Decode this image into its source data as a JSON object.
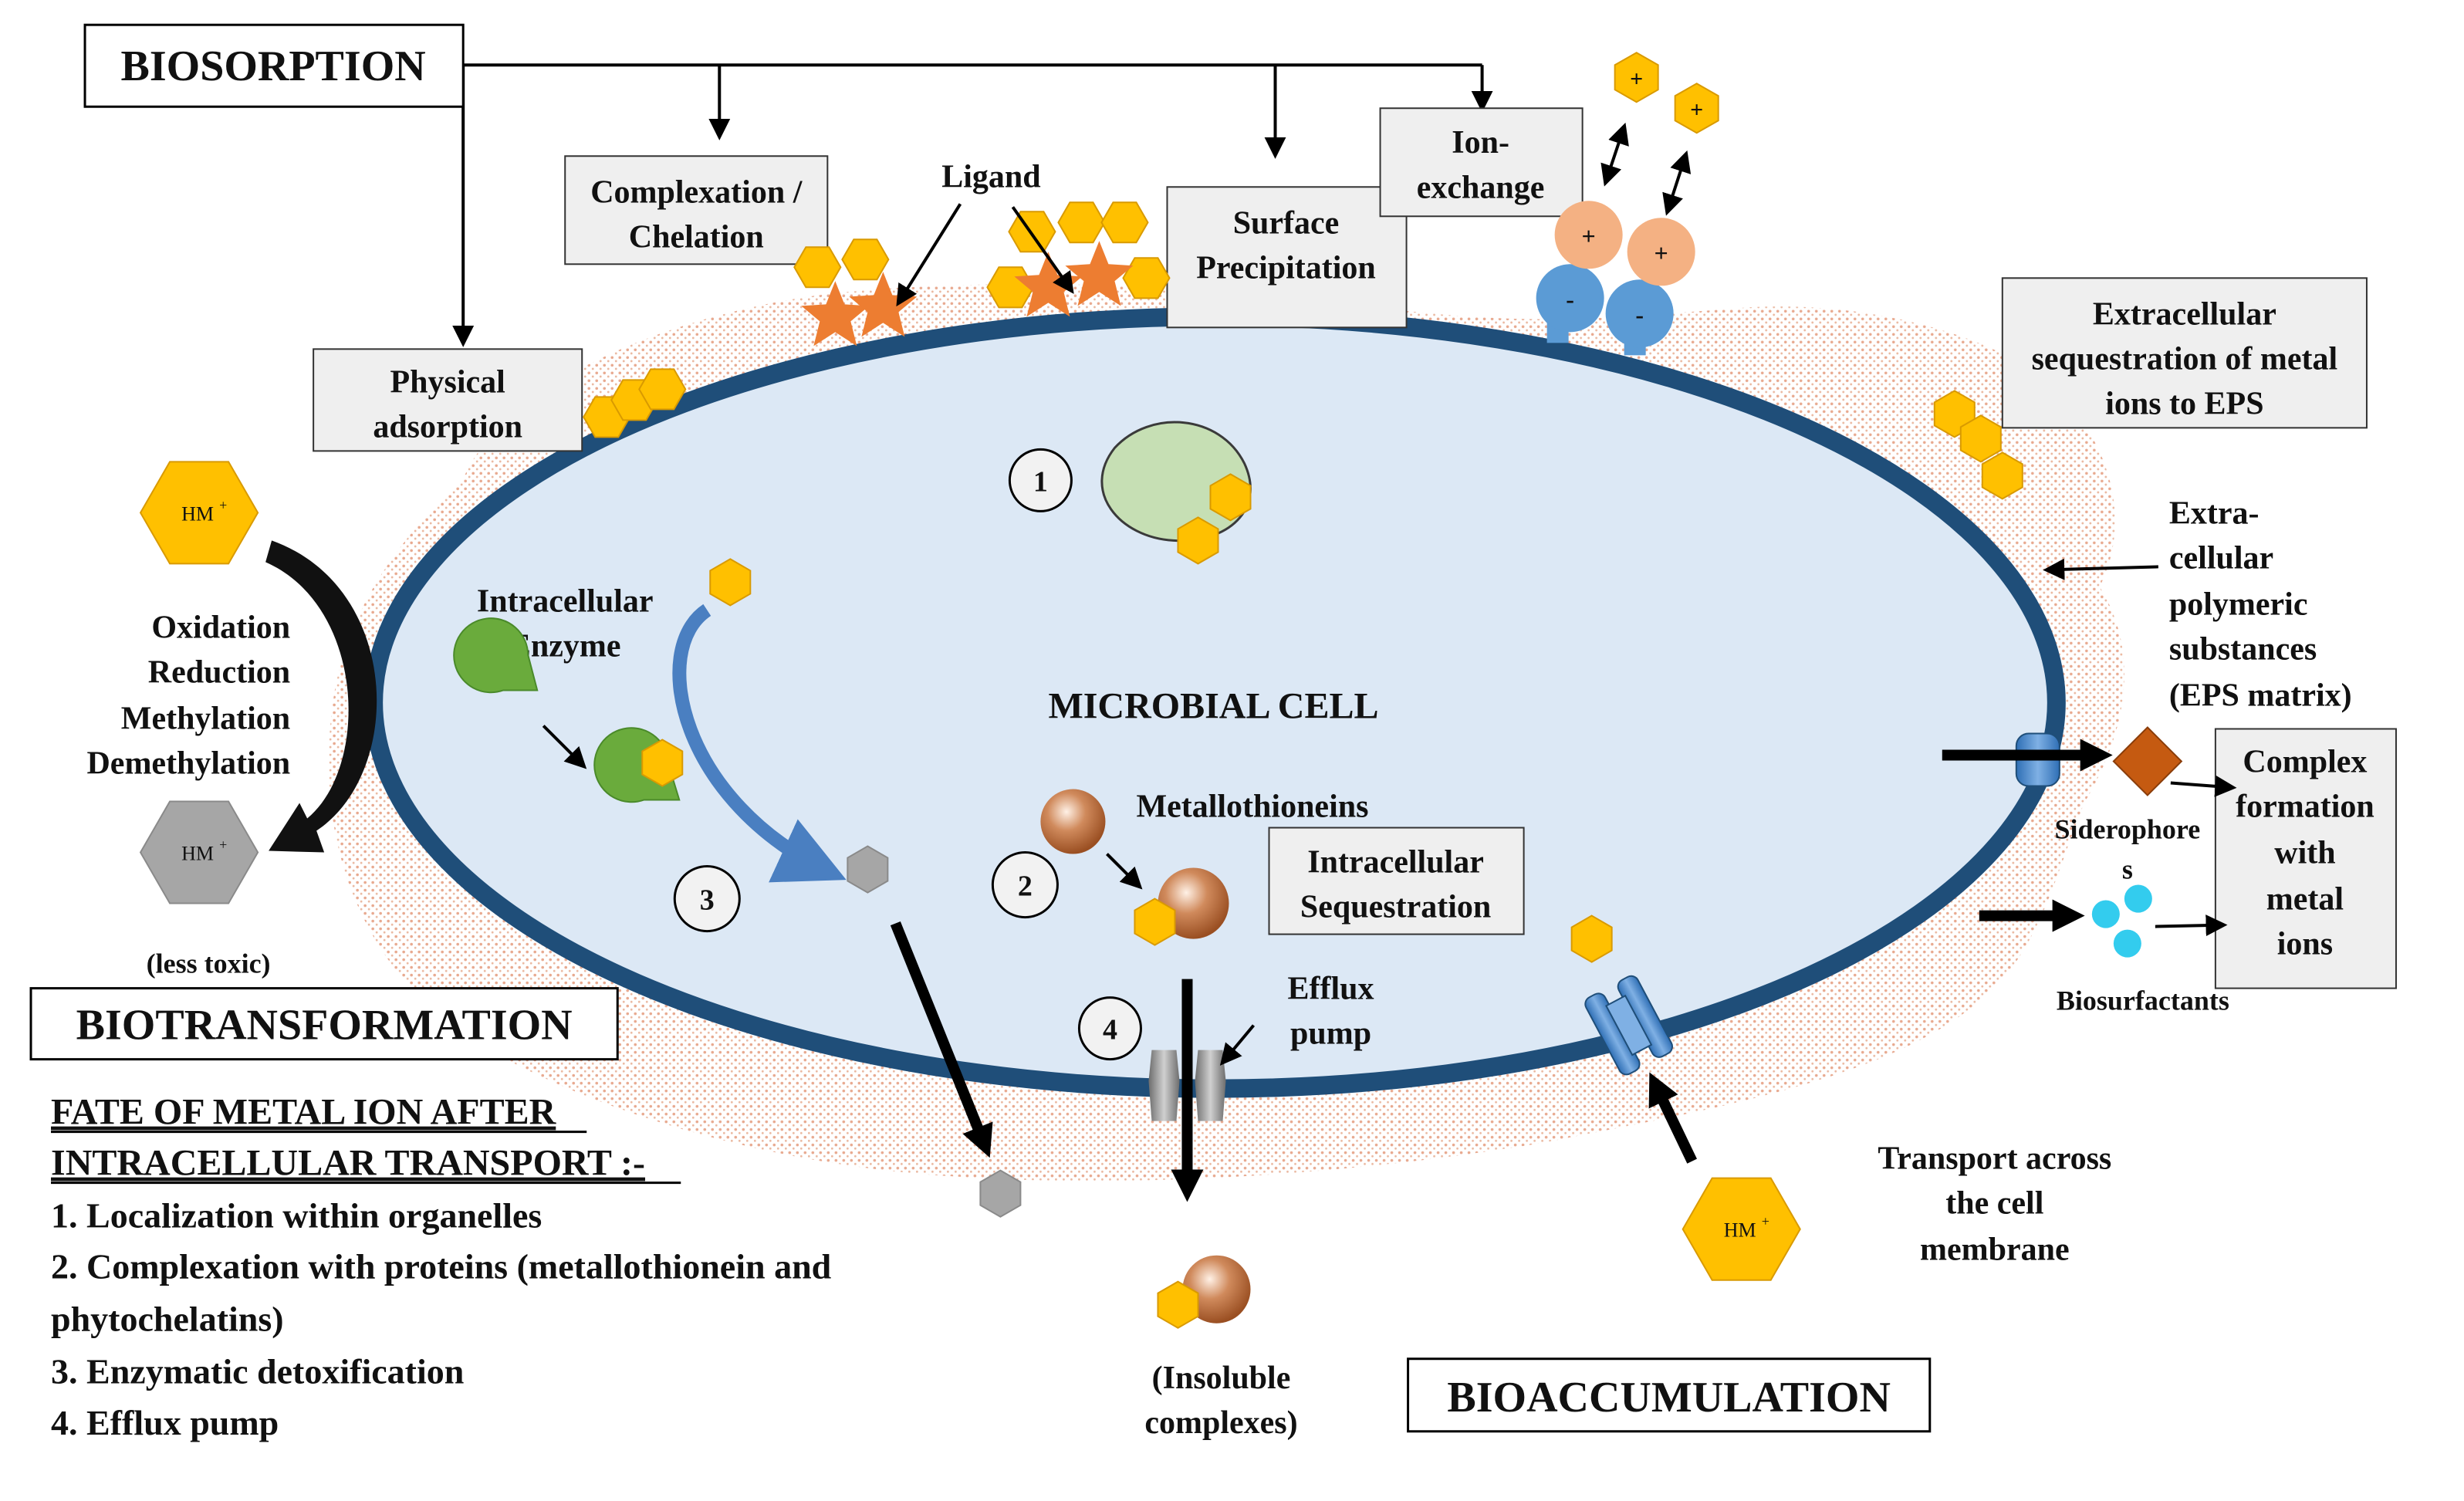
{
  "headings": {
    "biosorption": "BIOSORPTION",
    "biotransformation": "BIOTRANSFORMATION",
    "bioaccumulation": "BIOACCUMULATION"
  },
  "mechanisms": {
    "complexation": [
      "Complexation /",
      "Chelation"
    ],
    "surface_precipitation": [
      "Surface",
      "Precipitation"
    ],
    "ion_exchange": [
      "Ion-",
      "exchange"
    ],
    "physical_adsorption": [
      "Physical",
      "adsorption"
    ],
    "extracellular_sequestration": [
      "Extracellular",
      "sequestration of metal",
      "ions to EPS"
    ],
    "intracellular_sequestration": [
      "Intracellular",
      "Sequestration"
    ],
    "complex_formation": [
      "Complex",
      "formation",
      "with",
      "metal",
      "ions"
    ]
  },
  "labels": {
    "ligand": "Ligand",
    "microbial_cell": "MICROBIAL CELL",
    "intracellular_enzyme": [
      "Intracellular",
      "Enzyme"
    ],
    "metallothioneins": "Metallothioneins",
    "efflux_pump": [
      "Efflux",
      "pump"
    ],
    "eps_matrix": [
      "Extra-",
      "cellular",
      "polymeric",
      "substances",
      "(EPS matrix)"
    ],
    "siderophores": [
      "Siderophore",
      "s"
    ],
    "biosurfactants": "Biosurfactants",
    "transport": [
      "Transport across",
      "the cell",
      "membrane"
    ],
    "insoluble_complexes": [
      "(Insoluble",
      "complexes)"
    ],
    "less_toxic": "(less toxic)",
    "processes": [
      "Oxidation",
      "Reduction",
      "Methylation",
      "Demethylation"
    ],
    "hm_ion": "HM",
    "hm_charge": "+",
    "plus": "+",
    "minus": "-"
  },
  "step_numbers": [
    "1",
    "2",
    "3",
    "4"
  ],
  "fate": {
    "title": [
      "FATE OF METAL ION AFTER",
      "INTRACELLULAR TRANSPORT :-"
    ],
    "items": [
      "1. Localization within organelles",
      "2. Complexation with proteins (metallothionein and",
      "phytochelatins)",
      "3. Enzymatic detoxification",
      "4. Efflux pump"
    ]
  },
  "colors": {
    "cell_fill": "#dce8f5",
    "membrane": "#1f4e79",
    "eps_dots": "#e8a98f",
    "metal_ion": "#ffc000",
    "metal_ion_stroke": "#d99a00",
    "ligand": "#ed7d31",
    "box_fill": "#efefef",
    "enzyme": "#6aab3c",
    "protein_blob": "#c6dfb4",
    "reduced_metal": "#a6a6a6",
    "cation": "#f4b183",
    "anion": "#5b9bd5",
    "siderophore": "#c55a11",
    "biosurfactant": "#33ccee"
  }
}
